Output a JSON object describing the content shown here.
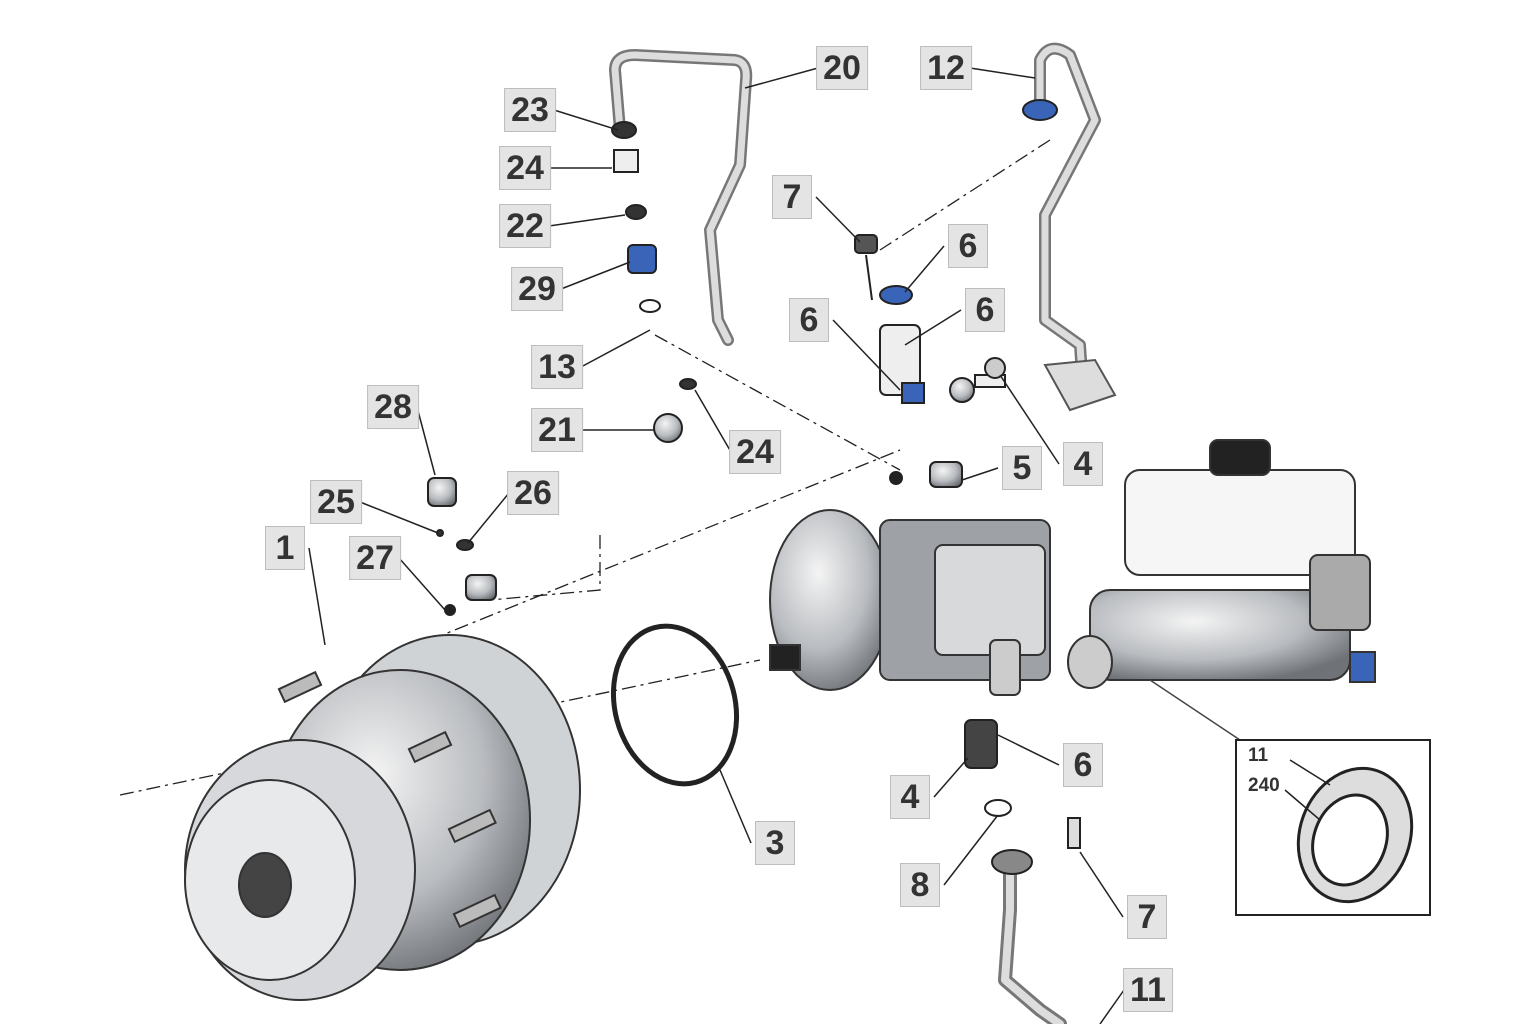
{
  "diagram": {
    "callouts": [
      "20",
      "12",
      "23",
      "24",
      "22",
      "29",
      "7",
      "6",
      "6",
      "6",
      "13",
      "21",
      "24",
      "5",
      "4",
      "28",
      "25",
      "26",
      "1",
      "27",
      "3",
      "4",
      "6",
      "8",
      "7",
      "11"
    ],
    "inset": {
      "labels": [
        "11",
        "240"
      ]
    }
  }
}
